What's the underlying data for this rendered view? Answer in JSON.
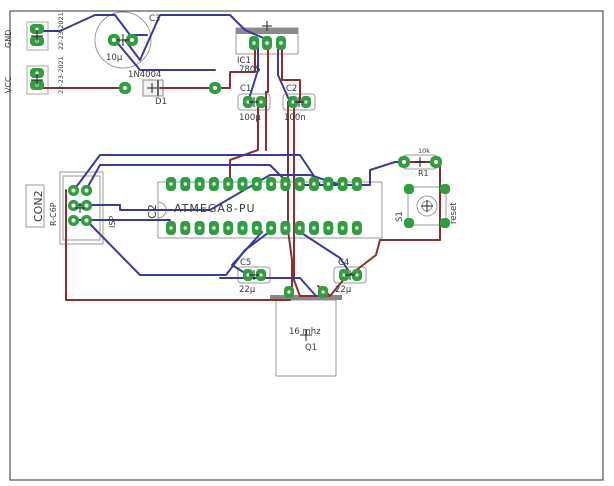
{
  "labels": {
    "gnd": "GND",
    "vcc": "VCC",
    "date_top": "22-23-2021",
    "date_bottom": "22-23-2021",
    "c3_name": "C3",
    "c3_value": "10µ",
    "d1_part": "1N4004",
    "d1_name": "D1",
    "ic1_name": "IC1",
    "ic1_value": "7805",
    "c1_name": "C1",
    "c1_value": "100µ",
    "c2_name": "C2",
    "c2_value": "100n",
    "r1_value": "10k",
    "r1_name": "R1",
    "s1_name": "S1",
    "s1_value": "reset",
    "con2_name": "CON2",
    "con2_value": "R-C6P",
    "isp": "ISP",
    "ic2_name": "IC2",
    "ic2_value": "ATMEGA8-PU",
    "c5_name": "C5",
    "c5_value": "22µ",
    "c4_name": "C4",
    "c4_value": "22µ",
    "q1_value": "16 mhz",
    "q1_name": "Q1"
  },
  "colors": {
    "top_trace": "#3a3a9c",
    "bottom_trace": "#8b2f2f",
    "pad": "#2f9e3f",
    "hole": "#ffffff",
    "outline": "#9a9a9a",
    "board_edge": "#333333"
  }
}
